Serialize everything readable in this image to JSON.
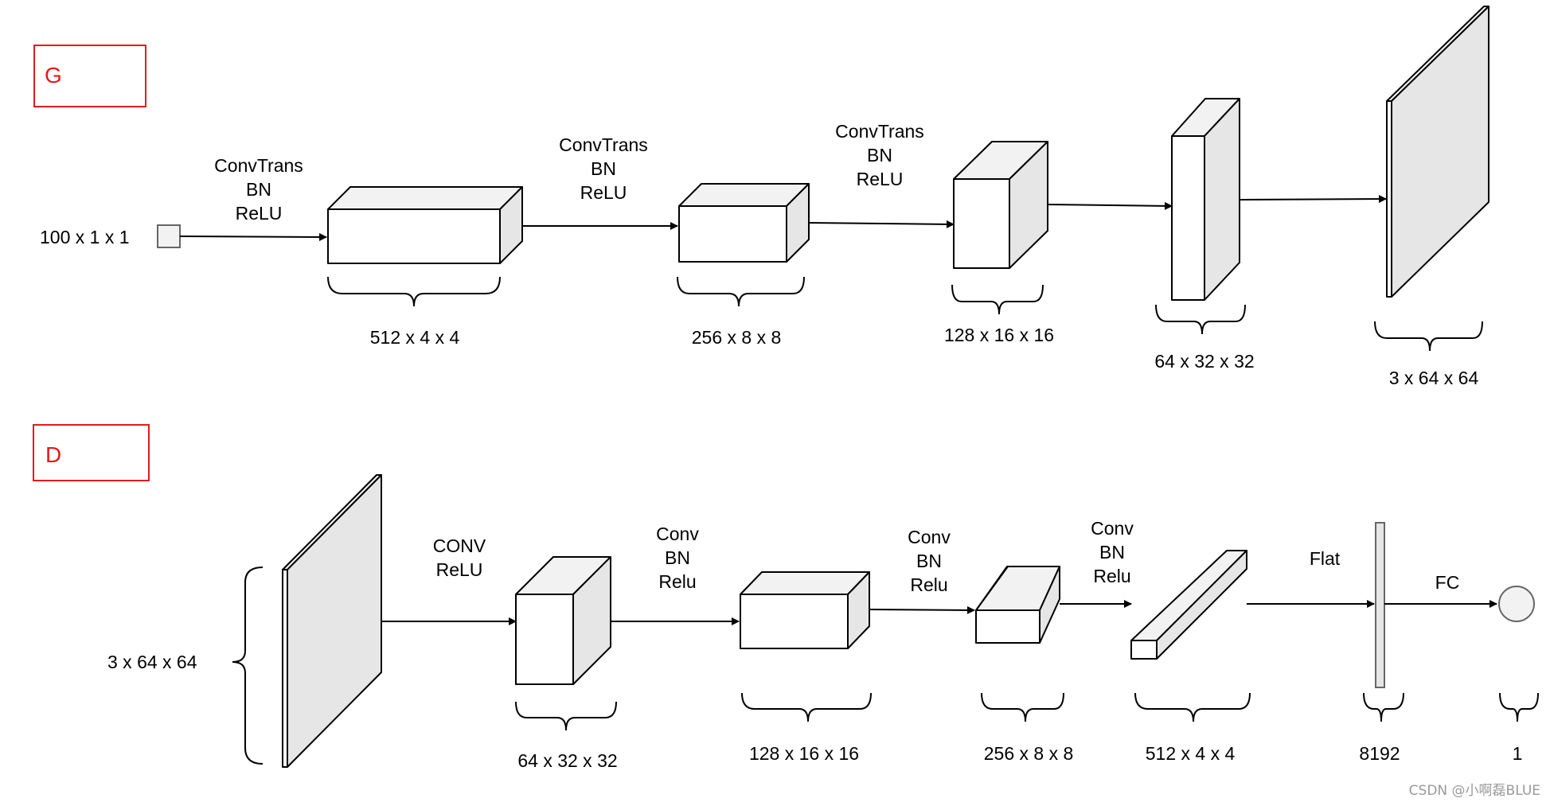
{
  "colors": {
    "section_border": "#e31a1c",
    "section_text": "#e31a1c",
    "box_face": "#ffffff",
    "box_side": "#e6e6e6",
    "plane_face": "#e6e6e6"
  },
  "generator": {
    "label": "G",
    "input_label": "100 x 1 x 1",
    "steps": [
      {
        "ops": [
          "ConvTrans",
          "BN",
          "ReLU"
        ]
      },
      {
        "ops": [
          "ConvTrans",
          "BN",
          "ReLU"
        ]
      },
      {
        "ops": [
          "ConvTrans",
          "BN",
          "ReLU"
        ]
      }
    ],
    "shapes": [
      "512 x 4 x 4",
      "256 x 8 x 8",
      "128 x 16 x 16",
      "64 x 32 x 32",
      "3 x 64 x 64"
    ]
  },
  "discriminator": {
    "label": "D",
    "input_label": "3 x 64 x 64",
    "steps": [
      {
        "ops": [
          "CONV",
          "ReLU"
        ]
      },
      {
        "ops": [
          "Conv",
          "BN",
          "Relu"
        ]
      },
      {
        "ops": [
          "Conv",
          "BN",
          "Relu"
        ]
      },
      {
        "ops": [
          "Conv",
          "BN",
          "Relu"
        ]
      },
      {
        "ops": [
          "Flat"
        ]
      },
      {
        "ops": [
          "FC"
        ]
      }
    ],
    "shapes": [
      "64 x 32 x 32",
      "128 x 16 x 16",
      "256 x 8 x 8",
      "512 x 4 x 4",
      "8192",
      "1"
    ]
  },
  "watermark": "CSDN @小啊磊BLUE"
}
